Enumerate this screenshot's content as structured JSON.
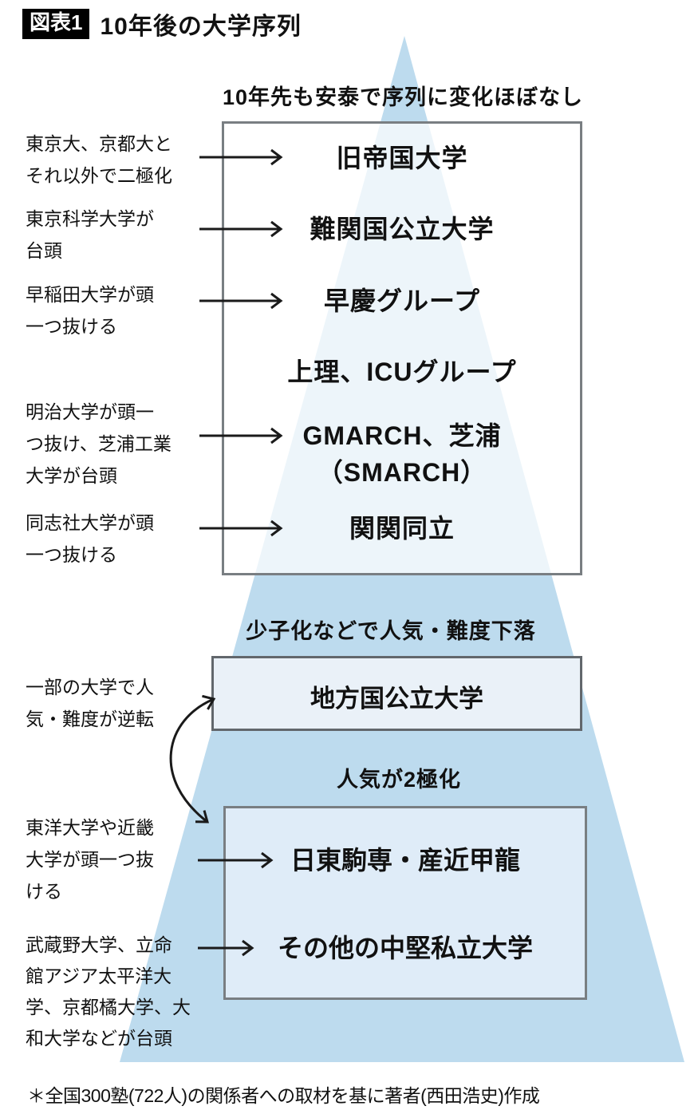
{
  "header": {
    "badge": "図表1",
    "title": "10年後の大学序列"
  },
  "section_labels": {
    "top": "10年先も安泰で序列に変化ほぼなし",
    "middle": "少子化などで人気・難度下落",
    "bottom": "人気が2極化"
  },
  "tier_box": {
    "tiers": [
      {
        "label": "旧帝国大学",
        "arrow": true
      },
      {
        "label": "難関国公立大学",
        "arrow": true
      },
      {
        "label": "早慶グループ",
        "arrow": true
      },
      {
        "label": "上理、ICUグループ",
        "arrow": false
      },
      {
        "label": "GMARCH、芝浦\n（SMARCH）",
        "arrow": true
      },
      {
        "label": "関関同立",
        "arrow": true
      }
    ]
  },
  "regional_box": {
    "label": "地方国公立大学"
  },
  "private_box": {
    "rows": [
      {
        "label": "日東駒専・産近甲龍",
        "arrow": true
      },
      {
        "label": "その他の中堅私立大学",
        "arrow": true
      }
    ]
  },
  "annotations": [
    {
      "text": "東京大、京都大と\nそれ以外で二極化"
    },
    {
      "text": "東京科学大学が\n台頭"
    },
    {
      "text": "早稲田大学が頭\n一つ抜ける"
    },
    {
      "text": "明治大学が頭一\nつ抜け、芝浦工業\n大学が台頭"
    },
    {
      "text": "同志社大学が頭\n一つ抜ける"
    },
    {
      "text": "一部の大学で人\n気・難度が逆転"
    },
    {
      "text": "東洋大学や近畿\n大学が頭一つ抜\nける"
    },
    {
      "text": "武蔵野大学、立命\n館アジア太平洋大\n学、京都橘大学、大\n和大学などが台頭"
    }
  ],
  "footnote": "＊全国300塾(722人)の関係者への取材を基に著者(西田浩史)作成",
  "colors": {
    "pyramid_fill": "#bddbee",
    "box_border": "#797e82",
    "tier_box_fill": "rgba(255,255,255,0.72)",
    "regional_box_fill": "#eaf1f8",
    "private_box_fill": "#dfecf8",
    "badge_bg": "#000000",
    "text": "#111111"
  }
}
